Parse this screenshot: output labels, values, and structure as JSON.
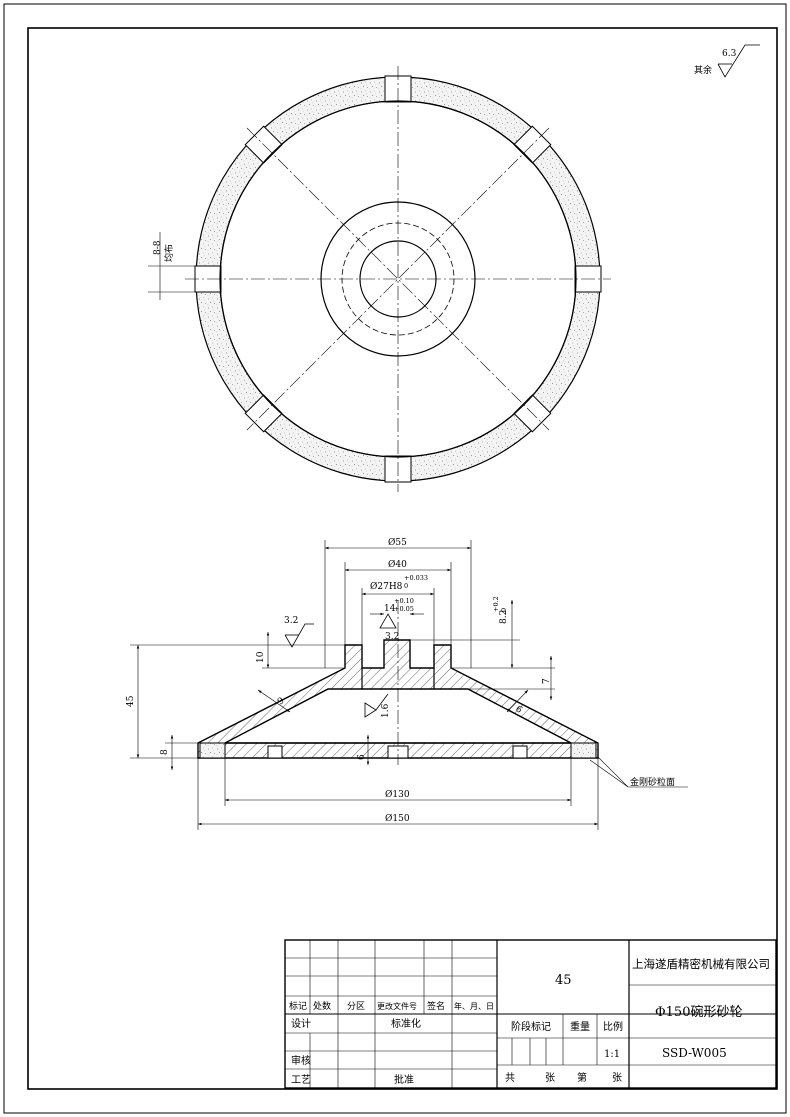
{
  "roughness_note": {
    "label": "其余",
    "value": "6.3"
  },
  "top_view": {
    "slot_note_value": "8-8",
    "slot_note_suffix": "均布"
  },
  "section_dims": {
    "d55": "Ø55",
    "d40": "Ø40",
    "d27": "Ø27H8",
    "d27_tol_upper": "+0.033",
    "d27_tol_lower": "0",
    "key_width": "14",
    "key_tol_upper": "+0.10",
    "key_tol_lower": "+0.05",
    "depth": "8.2",
    "depth_tol_upper": "+0.2",
    "depth_tol_lower": "0",
    "rough_top": "3.2",
    "rough_key": "3.2",
    "rough_bore": "1.6",
    "h10": "10",
    "h45": "45",
    "h8": "8",
    "h7": "7",
    "h6_slot": "6",
    "wall9": "9",
    "wall6": "6",
    "d130": "Ø130",
    "d150": "Ø150",
    "diamond_label": "金刚砂粒面"
  },
  "title_block": {
    "material": "45",
    "company": "上海遂盾精密机械有限公司",
    "part_name": "Φ150碗形砂轮",
    "drawing_no": "SSD-W005",
    "hdr_mark": "标记",
    "hdr_count": "处数",
    "hdr_zone": "分区",
    "hdr_doc": "更改文件号",
    "hdr_sign": "签名",
    "hdr_date": "年、月、日",
    "design": "设计",
    "standard": "标准化",
    "review": "审核",
    "process": "工艺",
    "approve": "批准",
    "stage": "阶段标记",
    "weight": "重量",
    "scale": "比例",
    "scale_value": "1:1",
    "total": "共",
    "sheets1": "张",
    "num": "第",
    "sheets2": "张"
  }
}
